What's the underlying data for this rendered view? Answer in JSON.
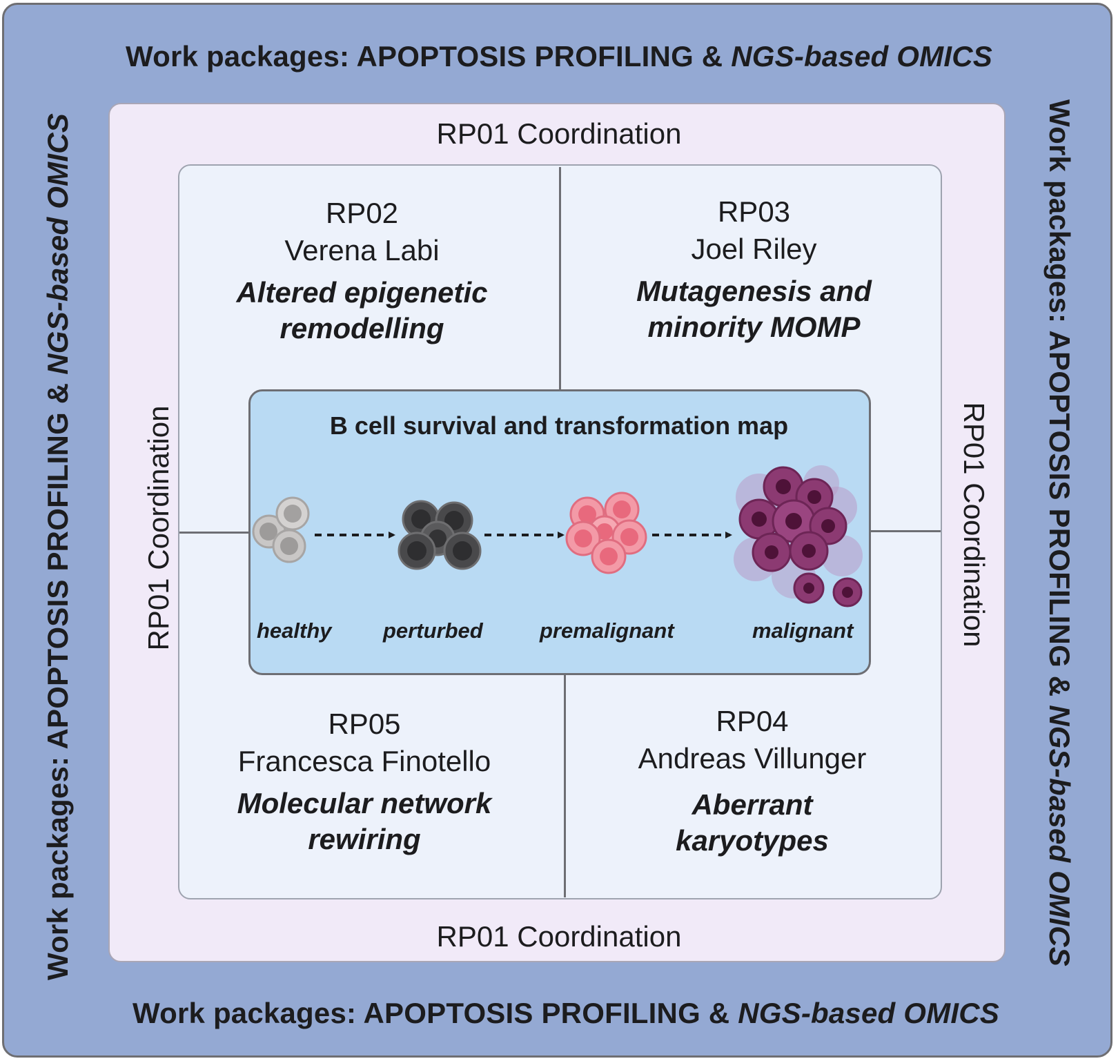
{
  "work_packages": {
    "prefix": "Work packages: APOPTOSIS PROFILING & ",
    "italic": "NGS-based OMICS"
  },
  "coordination": {
    "label": "RP01 Coordination"
  },
  "projects": {
    "rp02": {
      "id": "RP02",
      "name": "Verena Labi",
      "topic_line1": "Altered epigenetic",
      "topic_line2": "remodelling"
    },
    "rp03": {
      "id": "RP03",
      "name": "Joel Riley",
      "topic_line1": "Mutagenesis and",
      "topic_line2": "minority MOMP"
    },
    "rp05": {
      "id": "RP05",
      "name": "Francesca Finotello",
      "topic_line1": "Molecular network",
      "topic_line2": "rewiring"
    },
    "rp04": {
      "id": "RP04",
      "name": "Andreas Villunger",
      "topic_line1": "Aberrant",
      "topic_line2": "karyotypes"
    }
  },
  "map": {
    "title": "B cell survival and transformation map",
    "stages": [
      "healthy",
      "perturbed",
      "premalignant",
      "malignant"
    ]
  },
  "colors": {
    "outer": "#94a9d3",
    "middle": "#f1eaf8",
    "inner": "#edf2fb",
    "center": "#b9daf3",
    "healthy_cell": "#c8c6c6",
    "perturbed_cell": "#4f4f51",
    "premalignant_cell": "#ef8c9a",
    "malignant_cell": "#8a3b6e"
  }
}
